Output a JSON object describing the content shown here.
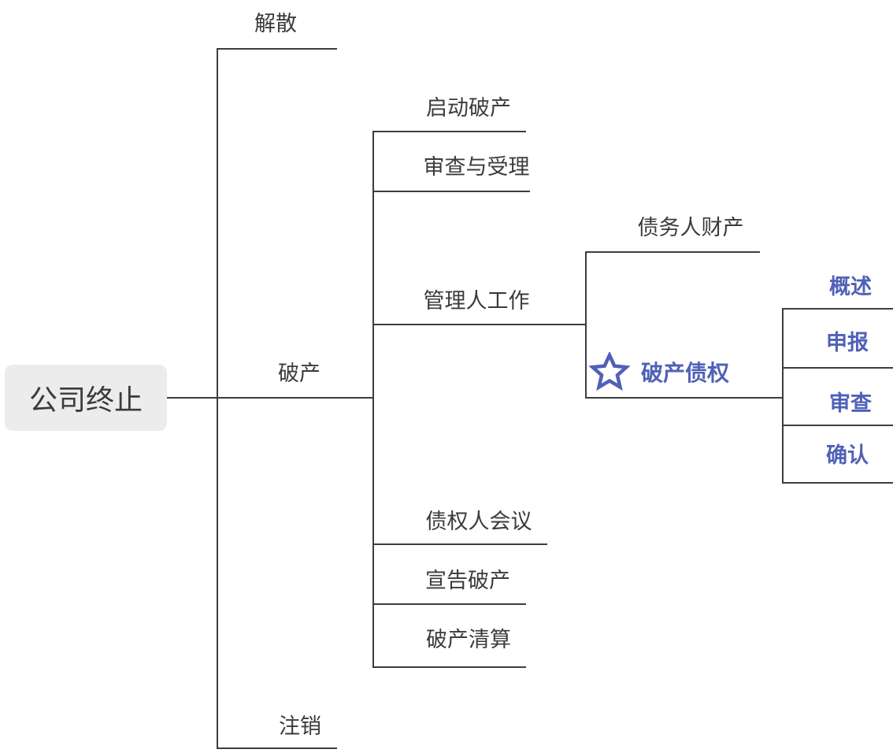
{
  "mindmap": {
    "root": {
      "label": "公司终止"
    },
    "branches": [
      {
        "label": "解散"
      },
      {
        "label": "破产",
        "children": [
          {
            "label": "启动破产"
          },
          {
            "label": "审查与受理"
          },
          {
            "label": "管理人工作",
            "children": [
              {
                "label": "债务人财产"
              },
              {
                "label": "破产债权",
                "icon": "star",
                "highlighted": true,
                "children": [
                  {
                    "label": "概述"
                  },
                  {
                    "label": "申报"
                  },
                  {
                    "label": "审查"
                  },
                  {
                    "label": "确认"
                  }
                ]
              }
            ]
          },
          {
            "label": "债权人会议"
          },
          {
            "label": "宣告破产"
          },
          {
            "label": "破产清算"
          }
        ]
      },
      {
        "label": "注销"
      }
    ],
    "colors": {
      "line": "#3d3d3d",
      "text": "#3b3b3b",
      "accent": "#5061b6",
      "root_background": "#ececec",
      "background": "#ffffff"
    }
  }
}
